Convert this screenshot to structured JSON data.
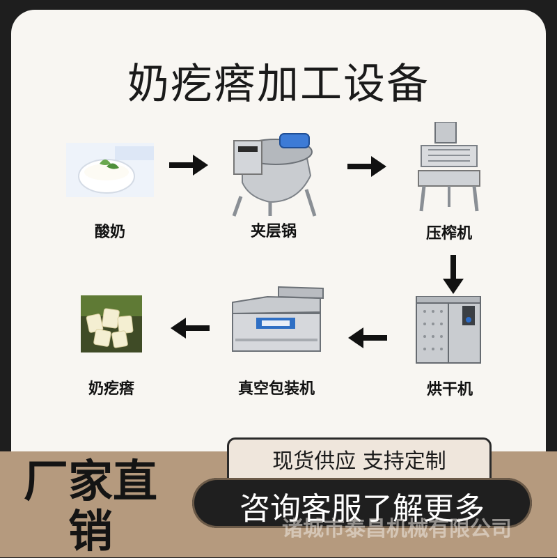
{
  "title": "奶疙瘩加工设备",
  "steps": [
    {
      "label": "酸奶"
    },
    {
      "label": "夹层锅"
    },
    {
      "label": "压榨机"
    },
    {
      "label": "烘干机"
    },
    {
      "label": "真空包装机"
    },
    {
      "label": "奶疙瘩"
    }
  ],
  "tab_text": "现货供应  支持定制",
  "factory_text": "厂家直销",
  "consult_text": "咨询客服了解更多",
  "company_text": "诸城市泰昌机械有限公司",
  "colors": {
    "background": "#1e1e1e",
    "card": "#f8f6f2",
    "bottom_band": "#b59a7e",
    "button": "#1f1f1f"
  }
}
